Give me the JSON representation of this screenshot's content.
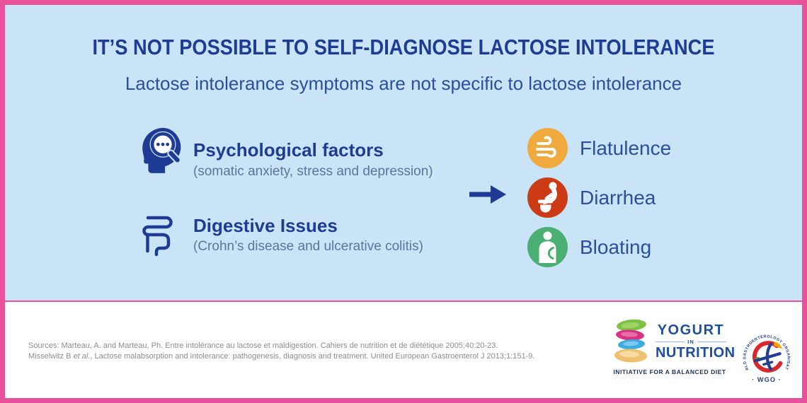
{
  "colors": {
    "border_pink": "#E8519C",
    "background_blue": "#C9E3F7",
    "navy": "#1F3C94",
    "label_blue": "#2B4E9E",
    "detail_slate": "#5D7599",
    "source_gray": "#8C8C8E",
    "flatulence_orange": "#F0A93C",
    "diarrhea_red": "#CB3B16",
    "bloating_green": "#4BAE73",
    "oval_green": "#7CC242",
    "oval_magenta": "#D63384",
    "oval_blue": "#3BABE2",
    "oval_yellow": "#EDC170"
  },
  "header": {
    "title": "IT’S NOT POSSIBLE TO SELF-DIAGNOSE LACTOSE INTOLERANCE",
    "subtitle": "Lactose intolerance symptoms are not specific to lactose intolerance"
  },
  "causes": [
    {
      "icon": "head-magnifier-icon",
      "title": "Psychological factors",
      "detail": "(somatic anxiety, stress and depression)"
    },
    {
      "icon": "intestines-icon",
      "title": "Digestive Issues",
      "detail": "(Crohn’s disease and ulcerative colitis)"
    }
  ],
  "symptoms": [
    {
      "icon": "wind-icon",
      "label": "Flatulence",
      "color": "#F0A93C"
    },
    {
      "icon": "toilet-icon",
      "label": "Diarrhea",
      "color": "#CB3B16"
    },
    {
      "icon": "bloated-belly-icon",
      "label": "Bloating",
      "color": "#4BAE73"
    }
  ],
  "footer": {
    "sources_line1": "Sources: Marteau, A. and Marteau, Ph. Entre intolérance au lactose et maldigestion. Cahiers de nutrition et de diététique 2005;40:20-23.",
    "sources_line2_pre": "Misselwitz B ",
    "sources_line2_italic": "et al.",
    "sources_line2_post": ", Lactose malabsorption and intolerance: pathogenesis, diagnosis and treatment. United European Gastroenterol J 2013;1:151-9.",
    "yin_logo": {
      "line1": "YOGURT",
      "line2": "IN",
      "line3": "NUTRITION",
      "tagline": "INITIATIVE FOR A BALANCED DIET"
    },
    "wgo_logo": {
      "arc_text": "WORLD GASTROENTEROLOGY ORGANISATION",
      "bottom_text": "· WGO ·"
    }
  }
}
